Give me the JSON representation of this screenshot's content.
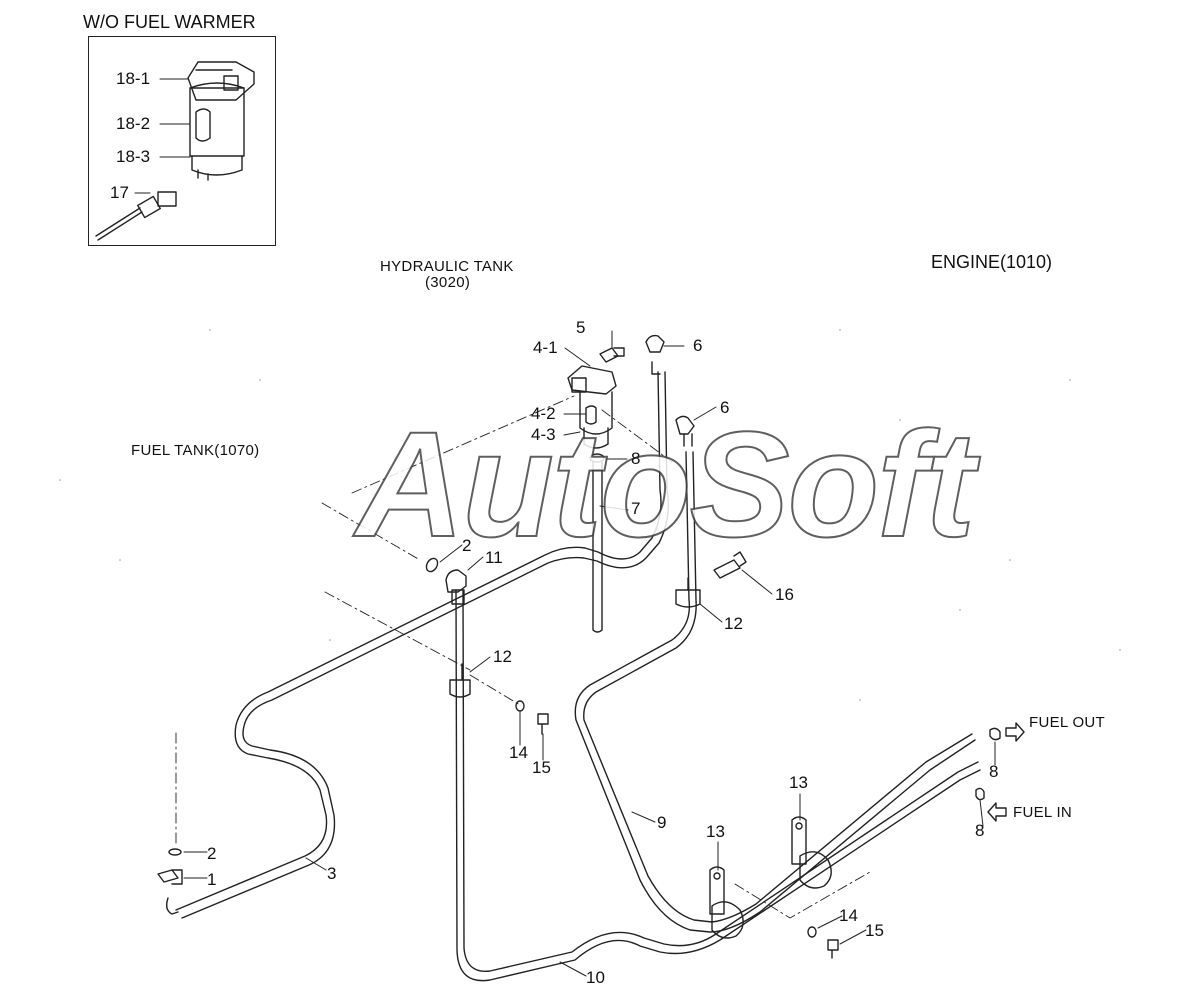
{
  "inset": {
    "title": "W/O FUEL WARMER",
    "labels": [
      "18-1",
      "18-2",
      "18-3",
      "17"
    ]
  },
  "captions": {
    "hydraulic_tank_line1": "HYDRAULIC TANK",
    "hydraulic_tank_line2": "(3020)",
    "engine": "ENGINE(1010)",
    "fuel_tank": "FUEL TANK(1070)",
    "fuel_out": "FUEL OUT",
    "fuel_in": "FUEL IN"
  },
  "watermark": "AutoSoft",
  "callouts": [
    "5",
    "4-1",
    "6",
    "6",
    "4-2",
    "4-3",
    "8",
    "7",
    "2",
    "11",
    "16",
    "12",
    "12",
    "14",
    "15",
    "9",
    "13",
    "13",
    "8",
    "8",
    "14",
    "15",
    "2",
    "1",
    "3",
    "10"
  ]
}
